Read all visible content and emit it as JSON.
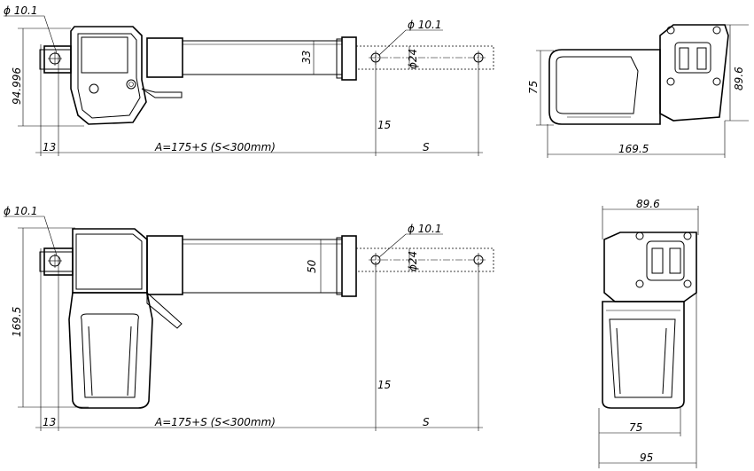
{
  "top_side_view": {
    "dia_left": "ϕ 10.1",
    "dia_right": "ϕ 10.1",
    "height_total": "94.996",
    "tube_height": "33",
    "rod_dia": "ϕ24",
    "offset_15": "15",
    "offset_13": "13",
    "length_a": "A=175+S (S<300mm)",
    "stroke_s": "S"
  },
  "top_end_view": {
    "height_75": "75",
    "height_89": "89.6",
    "length_169": "169.5"
  },
  "bottom_side_view": {
    "dia_left": "ϕ 10.1",
    "dia_right": "ϕ 10.1",
    "height_total": "169.5",
    "tube_height": "50",
    "rod_dia": "ϕ24",
    "offset_15": "15",
    "offset_13": "13",
    "length_a": "A=175+S (S<300mm)",
    "stroke_s": "S"
  },
  "bottom_end_view": {
    "width_89": "89.6",
    "width_75": "75",
    "width_95": "95"
  }
}
